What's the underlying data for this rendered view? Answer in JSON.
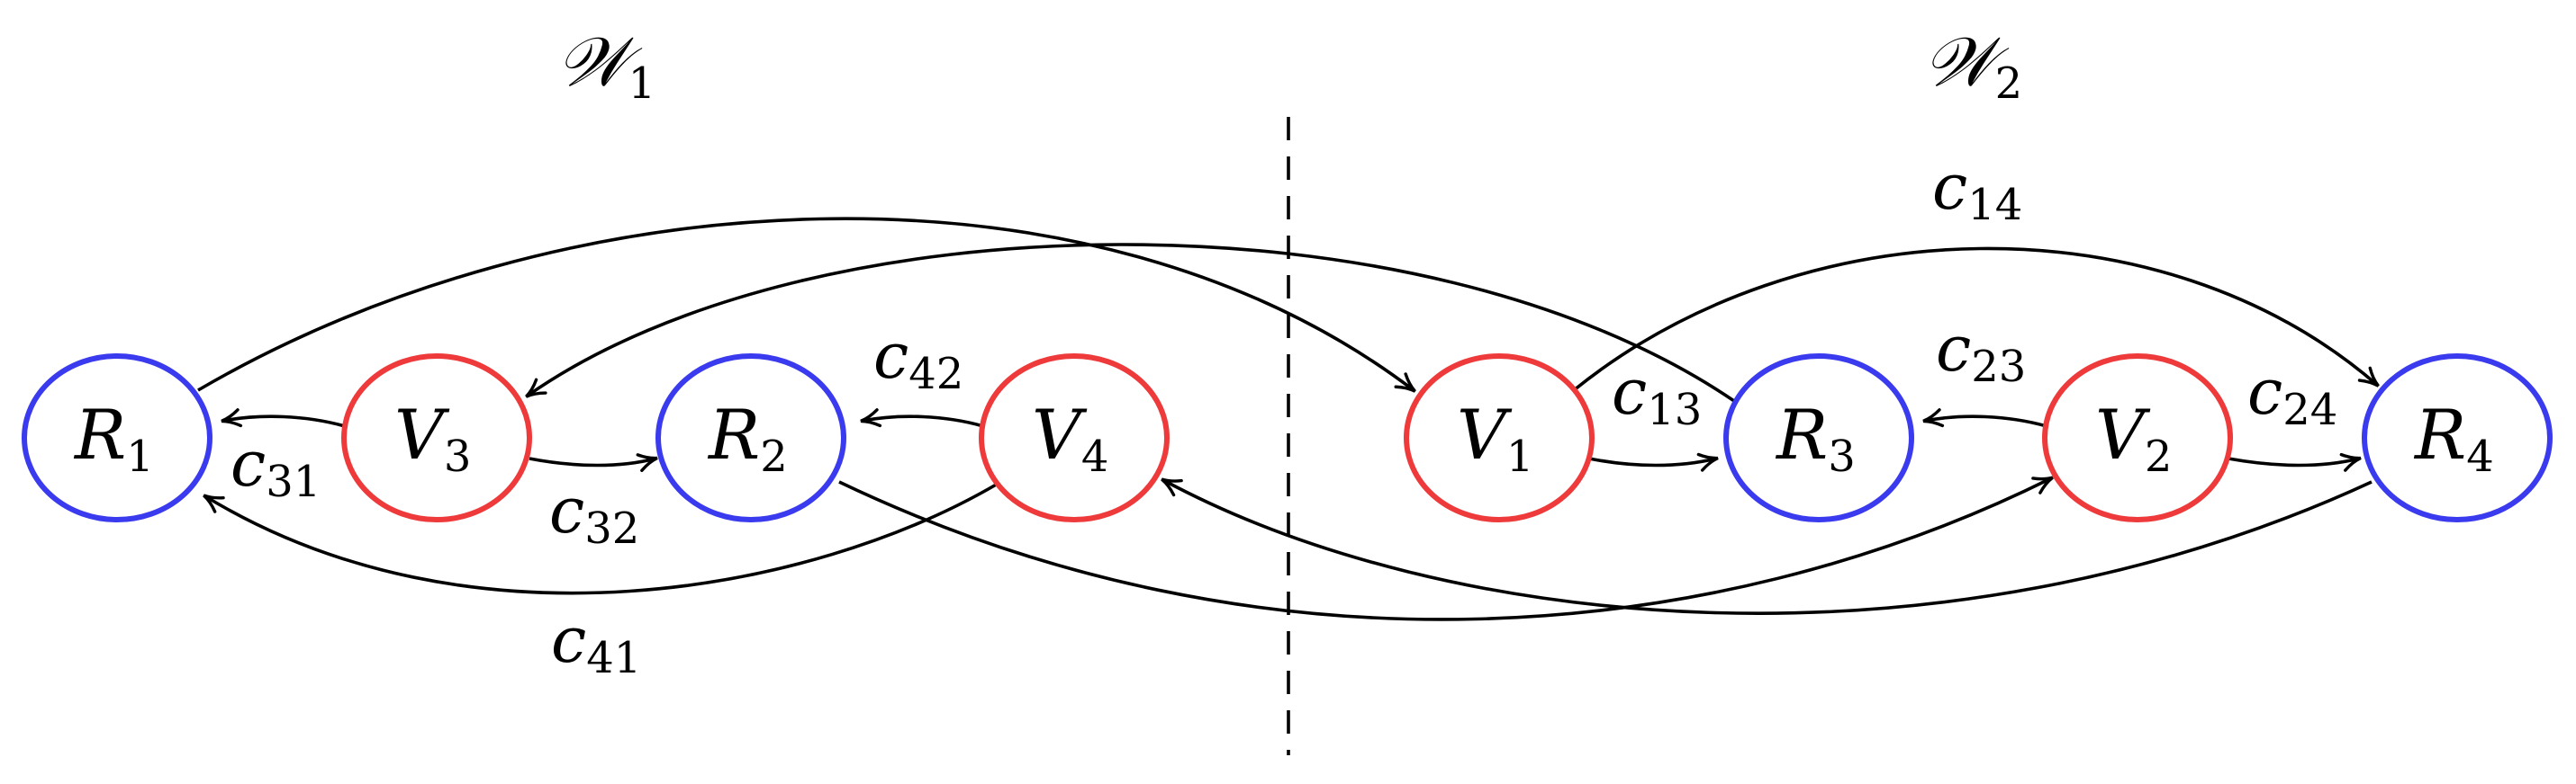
{
  "colors": {
    "receiver": "#3a3aee",
    "vertex": "#ee3a3a",
    "edge": "#000000"
  },
  "regions": [
    {
      "id": "w1",
      "letter": "𝒲",
      "sub": "1"
    },
    {
      "id": "w2",
      "letter": "𝒲",
      "sub": "2"
    }
  ],
  "nodes": [
    {
      "id": "R1",
      "letter": "R",
      "sub": "1",
      "kind": "receiver"
    },
    {
      "id": "V3",
      "letter": "V",
      "sub": "3",
      "kind": "vertex"
    },
    {
      "id": "R2",
      "letter": "R",
      "sub": "2",
      "kind": "receiver"
    },
    {
      "id": "V4",
      "letter": "V",
      "sub": "4",
      "kind": "vertex"
    },
    {
      "id": "V1",
      "letter": "V",
      "sub": "1",
      "kind": "vertex"
    },
    {
      "id": "R3",
      "letter": "R",
      "sub": "3",
      "kind": "receiver"
    },
    {
      "id": "V2",
      "letter": "V",
      "sub": "2",
      "kind": "vertex"
    },
    {
      "id": "R4",
      "letter": "R",
      "sub": "4",
      "kind": "receiver"
    }
  ],
  "edges": [
    {
      "id": "c31",
      "from": "V3",
      "to": "R1",
      "letter": "c",
      "sub": "31"
    },
    {
      "id": "c32",
      "from": "V3",
      "to": "R2",
      "letter": "c",
      "sub": "32"
    },
    {
      "id": "c42",
      "from": "V4",
      "to": "R2",
      "letter": "c",
      "sub": "42"
    },
    {
      "id": "c41",
      "from": "V4",
      "to": "R1",
      "letter": "c",
      "sub": "41"
    },
    {
      "id": "c13",
      "from": "V1",
      "to": "R3",
      "letter": "c",
      "sub": "13"
    },
    {
      "id": "c14",
      "from": "V1",
      "to": "R4",
      "letter": "c",
      "sub": "14"
    },
    {
      "id": "c23",
      "from": "V2",
      "to": "R3",
      "letter": "c",
      "sub": "23"
    },
    {
      "id": "c24",
      "from": "V2",
      "to": "R4",
      "letter": "c",
      "sub": "24"
    },
    {
      "id": "R1-V1",
      "from": "R1",
      "to": "V1"
    },
    {
      "id": "R3-V3",
      "from": "R3",
      "to": "V3"
    },
    {
      "id": "R2-V2",
      "from": "R2",
      "to": "V2"
    },
    {
      "id": "R4-V4",
      "from": "R4",
      "to": "V4"
    }
  ]
}
